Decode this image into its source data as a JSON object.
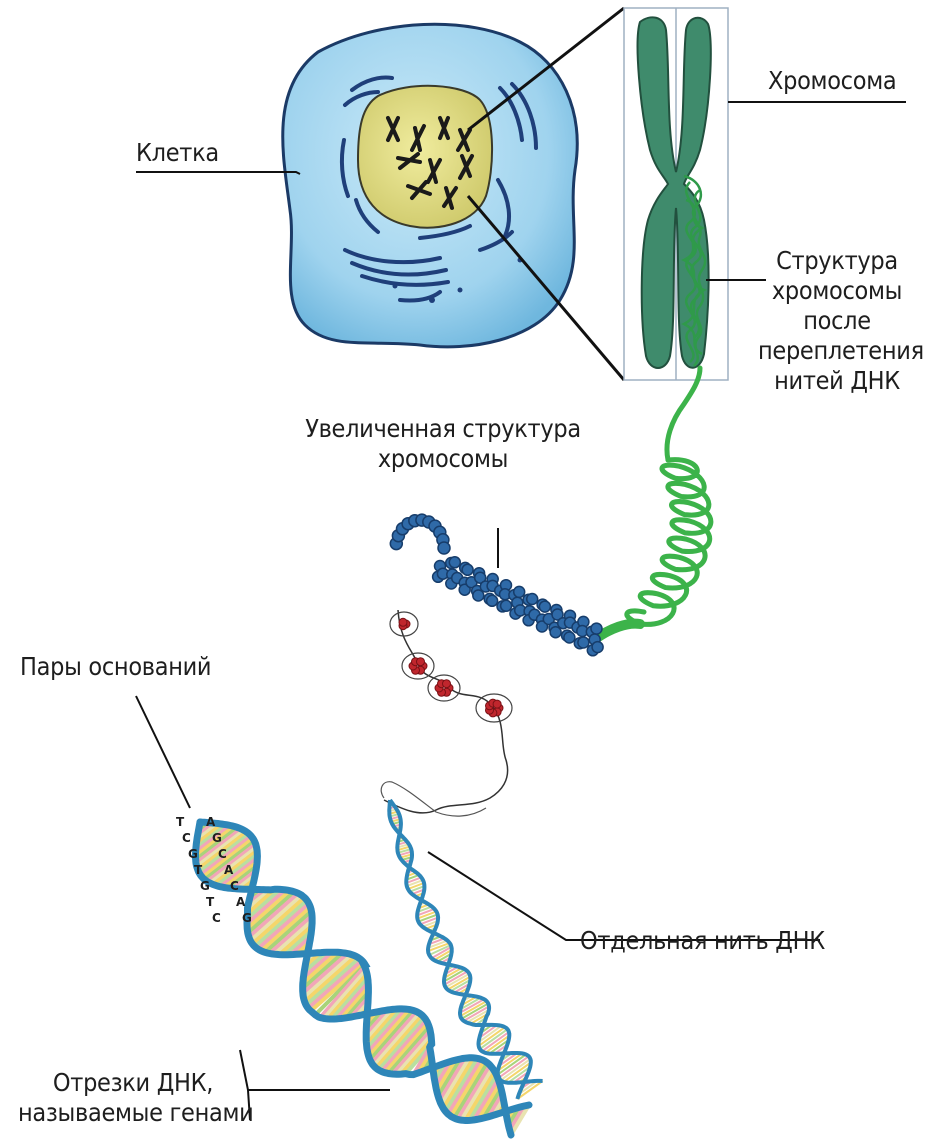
{
  "labels": {
    "cell": "Клетка",
    "chromosome": "Хромосома",
    "chromosome_structure": [
      "Структура",
      "хромосомы",
      "после",
      "переплетения",
      "нитей ДНК"
    ],
    "enlarged_structure": [
      "Увеличенная структура",
      "хромосомы"
    ],
    "base_pairs": "Пары оснований",
    "single_strand": "Отдельная нить ДНК",
    "dna_segments": [
      "Отрезки ДНК,",
      "называемые генами"
    ]
  },
  "base_pair_letters": [
    [
      "T",
      "A"
    ],
    [
      "C",
      "G"
    ],
    [
      "G",
      "C"
    ],
    [
      "T",
      "A"
    ],
    [
      "G",
      "C"
    ],
    [
      "T",
      "A"
    ],
    [
      "C",
      "G"
    ]
  ],
  "colors": {
    "cell_fill": "#9fd3ee",
    "cell_stroke": "#1b3a66",
    "nucleus_fill": "#e3df8a",
    "chromosome_fill": "#3f8b6c",
    "green_fiber": "#3cb34a",
    "blue_coil": "#2f6aa8",
    "histone": "#c0262d",
    "dna_blue": "#2e86b8",
    "label_text": "#1e1e1e"
  }
}
